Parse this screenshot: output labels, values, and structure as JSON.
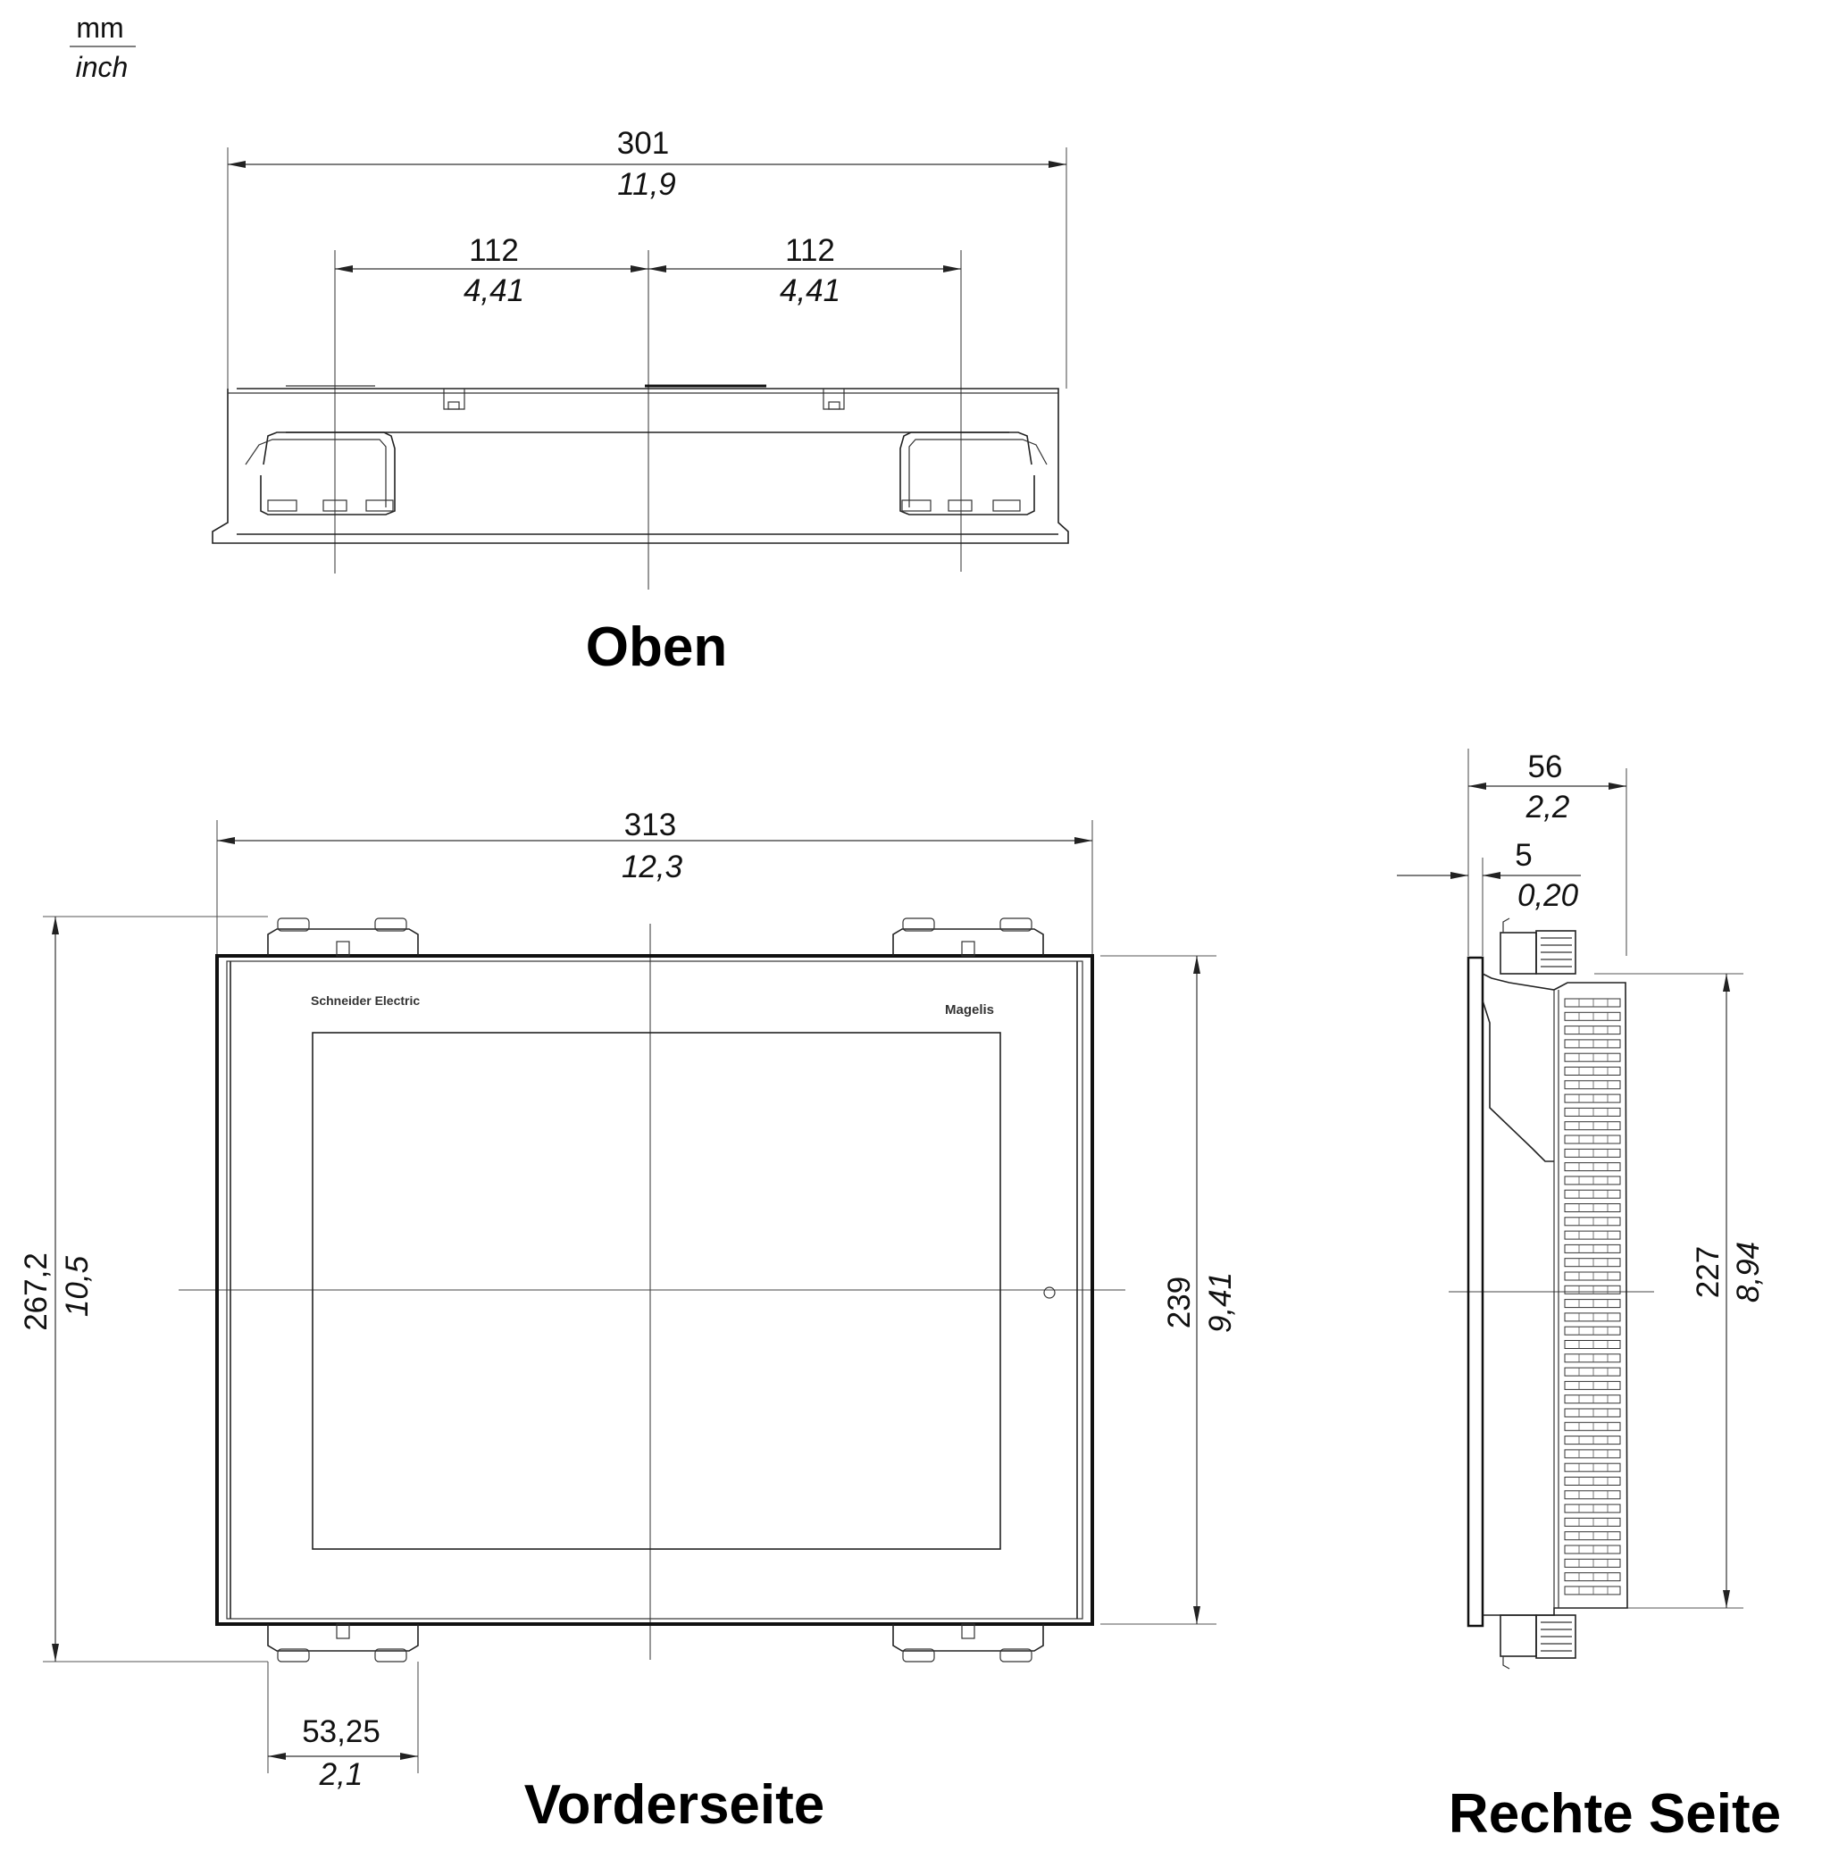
{
  "units": {
    "numerator": "mm",
    "denominator": "inch"
  },
  "views": {
    "top": {
      "title": "Oben",
      "dims": {
        "overall_width": {
          "mm": "301",
          "inch": "11,9"
        },
        "left_offset": {
          "mm": "112",
          "inch": "4,41"
        },
        "right_offset": {
          "mm": "112",
          "inch": "4,41"
        }
      }
    },
    "front": {
      "title": "Vorderseite",
      "brand_logo": "Schneider Electric",
      "product_mark": "Magelis",
      "dims": {
        "overall_width": {
          "mm": "313",
          "inch": "12,3"
        },
        "overall_height": {
          "mm": "267,2",
          "inch": "10,5"
        },
        "body_height": {
          "mm": "239",
          "inch": "9,41"
        },
        "clip_width": {
          "mm": "53,25",
          "inch": "2,1"
        }
      }
    },
    "right": {
      "title": "Rechte Seite",
      "dims": {
        "depth": {
          "mm": "56",
          "inch": "2,2"
        },
        "bezel": {
          "mm": "5",
          "inch": "0,20"
        },
        "height": {
          "mm": "227",
          "inch": "8,94"
        }
      }
    }
  }
}
